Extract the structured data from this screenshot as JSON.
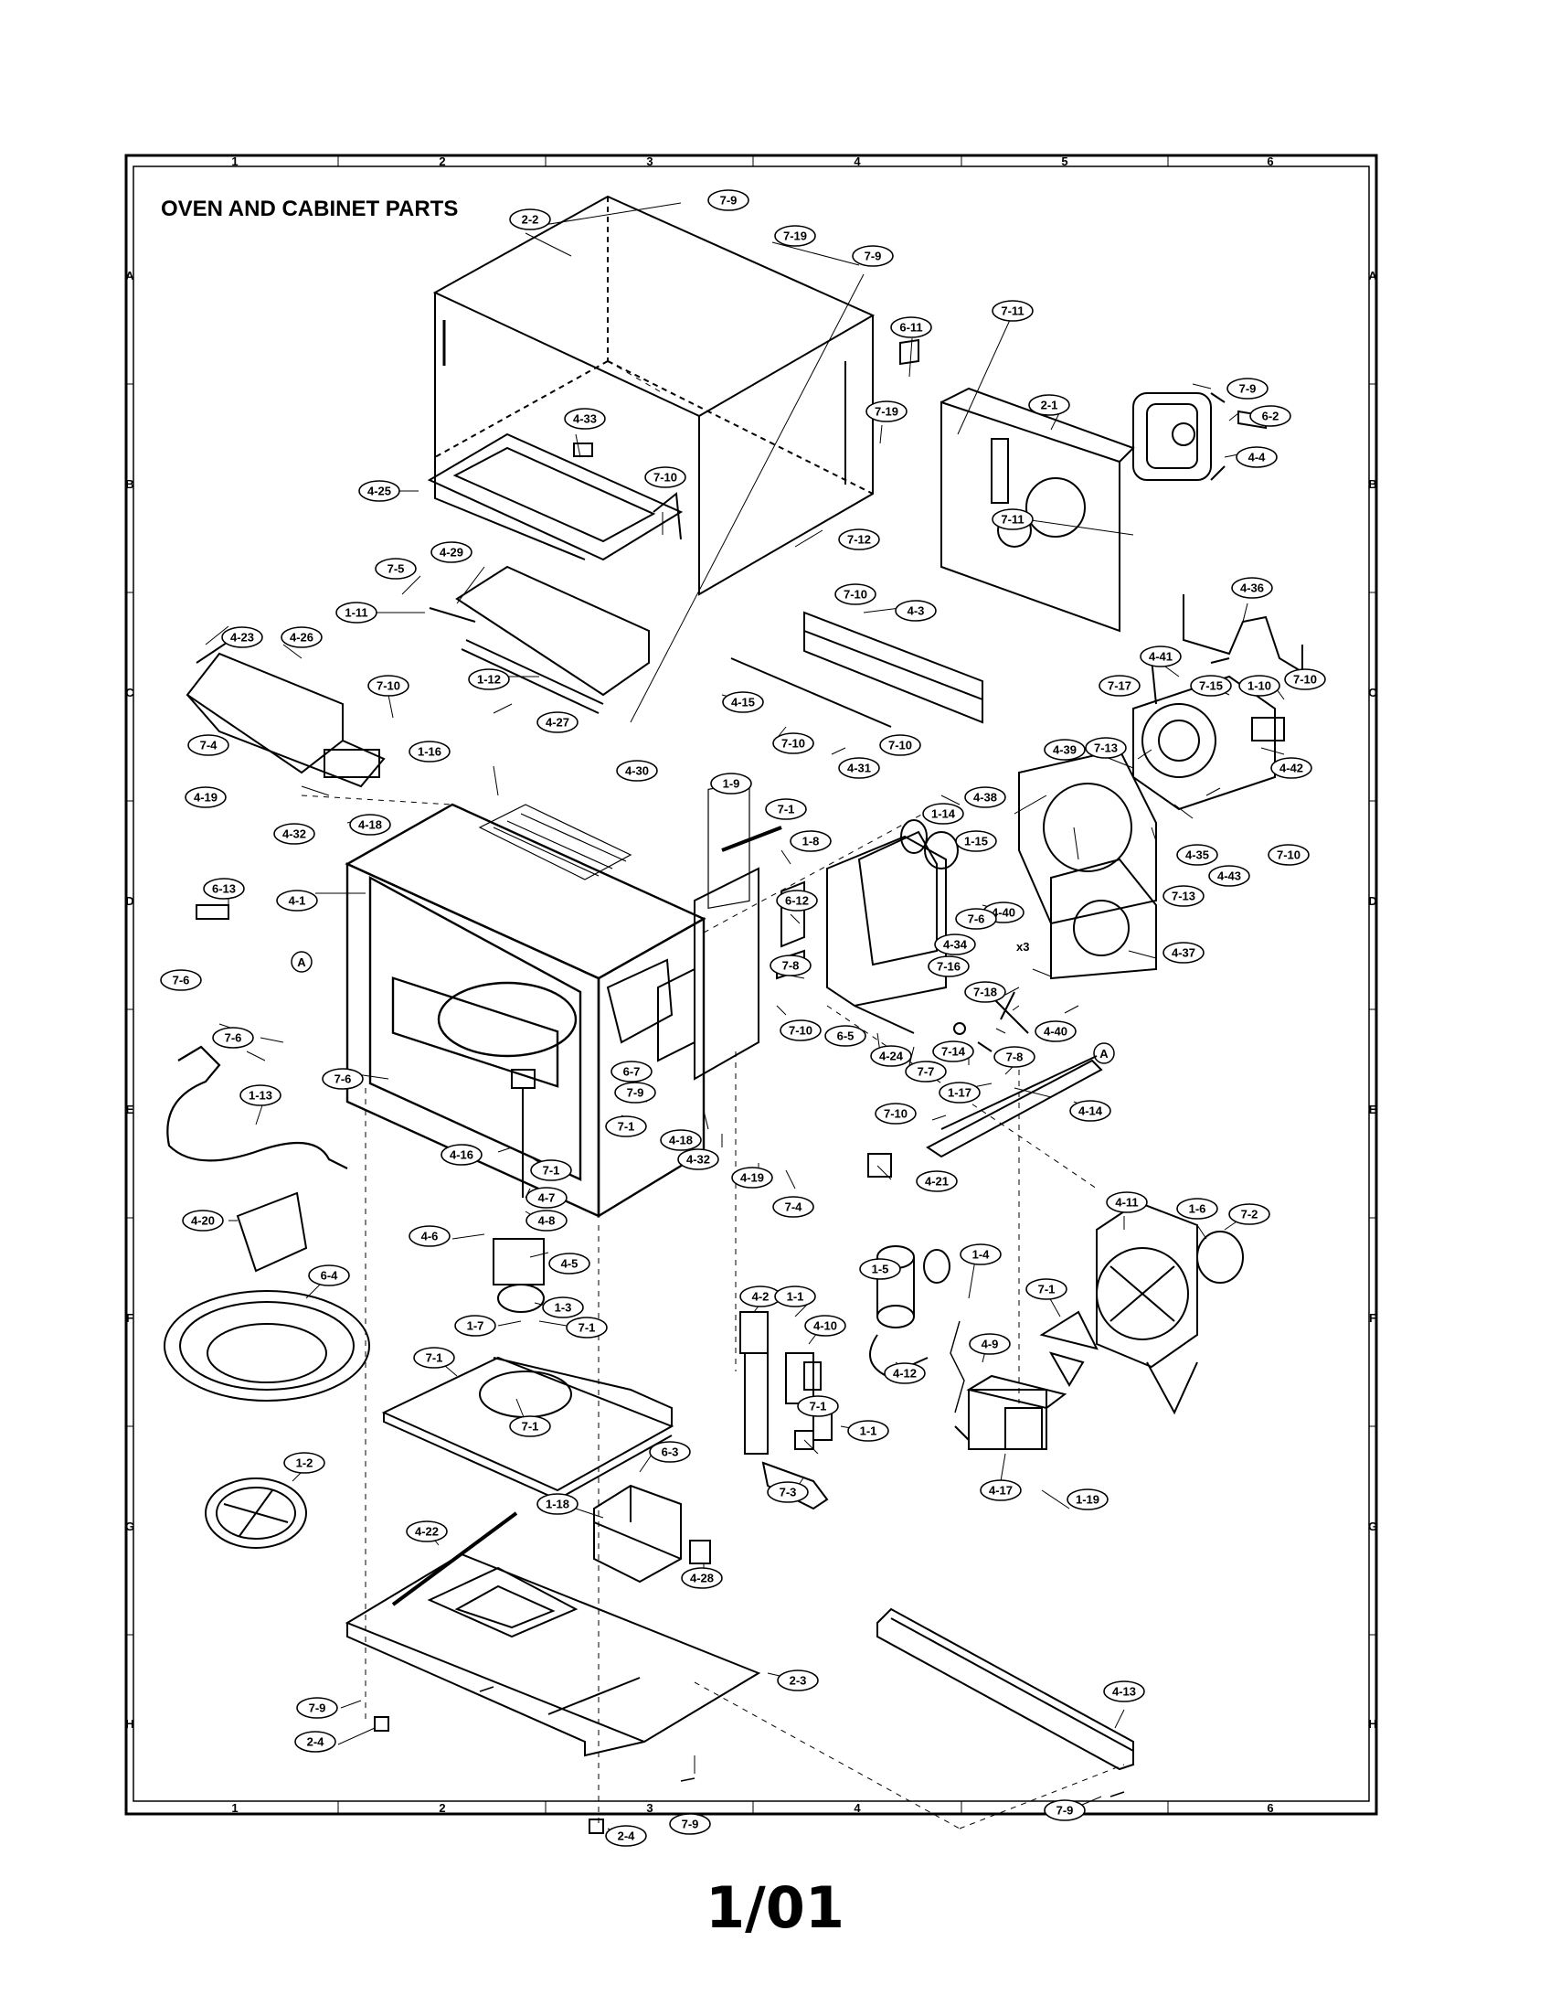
{
  "title": "OVEN AND CABINET PARTS",
  "page_number": "1/01",
  "zones": {
    "columns": [
      "1",
      "2",
      "3",
      "4",
      "5",
      "6"
    ],
    "rows": [
      "A",
      "B",
      "C",
      "D",
      "E",
      "F",
      "G",
      "H"
    ]
  },
  "callouts": [
    "7-9",
    "7-19",
    "7-9",
    "2-2",
    "6-11",
    "7-11",
    "7-9",
    "6-2",
    "2-1",
    "4-4",
    "7-19",
    "4-33",
    "4-25",
    "7-10",
    "7-12",
    "7-11",
    "7-5",
    "4-29",
    "1-11",
    "7-10",
    "4-3",
    "4-36",
    "4-23",
    "4-26",
    "1-12",
    "4-41",
    "7-10",
    "7-17",
    "7-15",
    "1-10",
    "7-10",
    "4-15",
    "4-27",
    "7-10",
    "7-10",
    "4-31",
    "7-13",
    "4-39",
    "4-42",
    "1-16",
    "7-4",
    "4-30",
    "1-9",
    "7-1",
    "4-38",
    "4-19",
    "4-32",
    "4-18",
    "1-14",
    "1-8",
    "1-15",
    "4-35",
    "7-10",
    "4-43",
    "7-13",
    "6-13",
    "4-1",
    "6-12",
    "4-40",
    "7-6",
    "4-34",
    "4-37",
    "7-6",
    "7-8",
    "7-16",
    "7-6",
    "6-7",
    "7-10",
    "7-18",
    "7-9",
    "6-5",
    "4-24",
    "7-14",
    "4-40",
    "7-6",
    "7-1",
    "7-8",
    "7-7",
    "1-17",
    "1-13",
    "4-18",
    "4-32",
    "7-10",
    "4-14",
    "4-16",
    "7-1",
    "4-19",
    "7-4",
    "4-21",
    "4-7",
    "4-20",
    "4-8",
    "4-6",
    "4-5",
    "4-11",
    "1-6",
    "7-2",
    "6-4",
    "4-2",
    "1-5",
    "1-4",
    "1-1",
    "1-3",
    "7-1",
    "4-10",
    "1-7",
    "7-1",
    "7-1",
    "4-12",
    "4-9",
    "7-1",
    "1-1",
    "1-2",
    "6-3",
    "7-3",
    "4-17",
    "1-19",
    "7-1",
    "1-18",
    "4-22",
    "4-28",
    "2-3",
    "4-13",
    "7-9",
    "2-4",
    "7-9",
    "2-4",
    "7-9"
  ],
  "marks": {
    "ref_a": "A",
    "x3": "x3"
  }
}
